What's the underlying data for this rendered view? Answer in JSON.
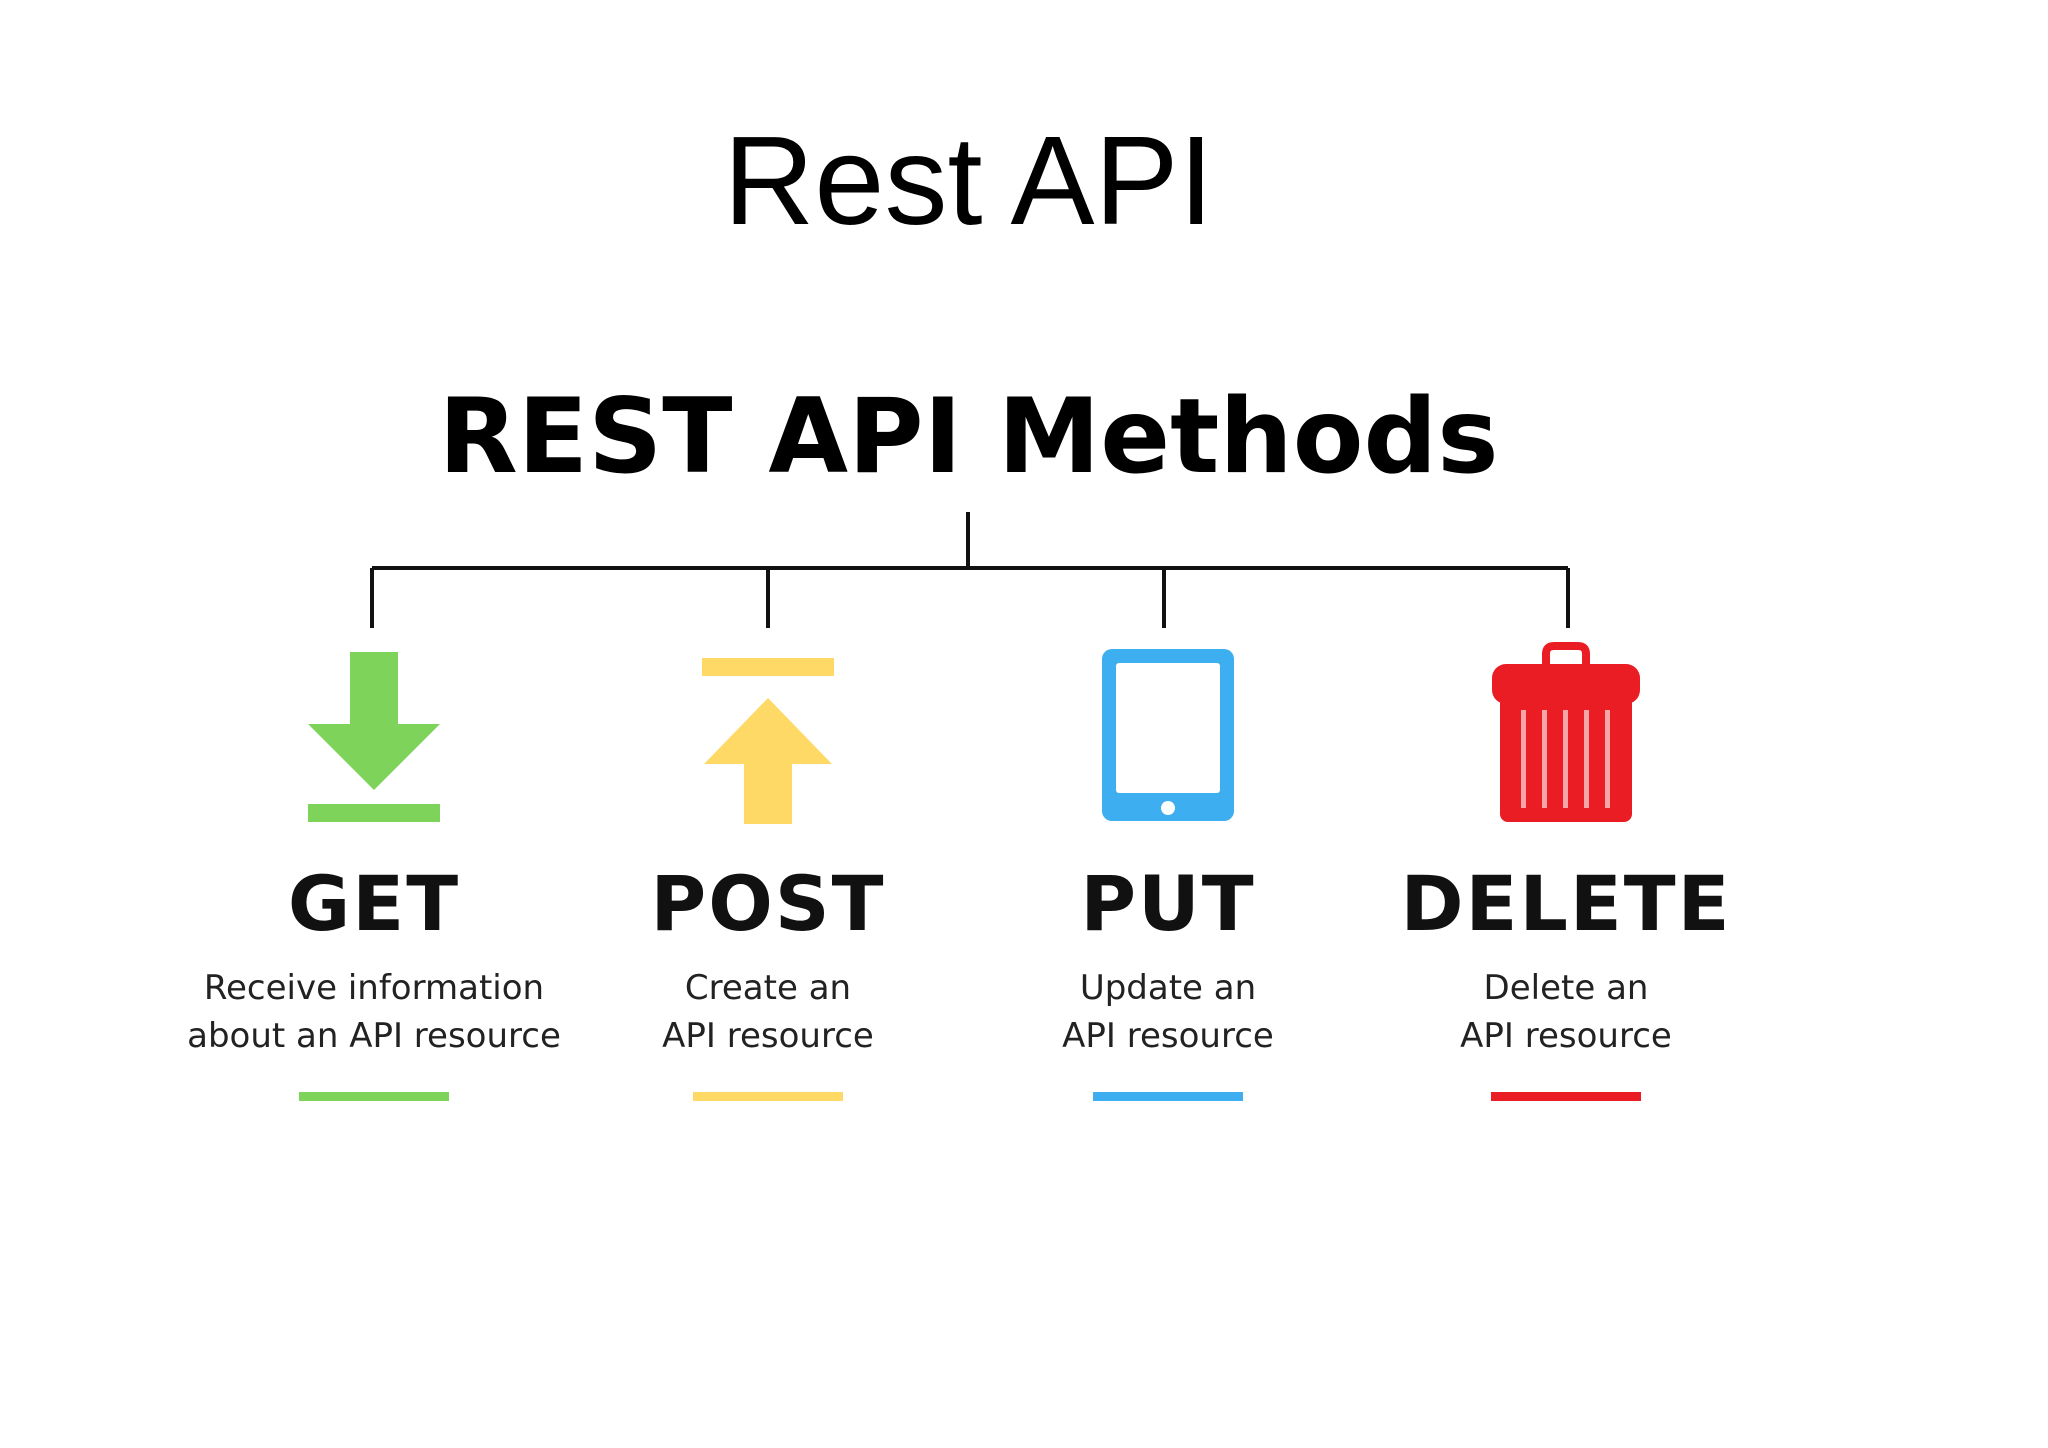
{
  "slide": {
    "title": "Rest API"
  },
  "diagram": {
    "heading": "REST API Methods",
    "methods": [
      {
        "name": "GET",
        "desc_line1": "Receive information",
        "desc_line2": "about an API resource",
        "icon": "download-arrow-icon",
        "color": "#7ed35b"
      },
      {
        "name": "POST",
        "desc_line1": "Create an",
        "desc_line2": "API resource",
        "icon": "upload-arrow-icon",
        "color": "#ffd966"
      },
      {
        "name": "PUT",
        "desc_line1": "Update an",
        "desc_line2": "API resource",
        "icon": "tablet-icon",
        "color": "#3daeef"
      },
      {
        "name": "DELETE",
        "desc_line1": "Delete an",
        "desc_line2": "API resource",
        "icon": "trash-can-icon",
        "color": "#ea1c24"
      }
    ],
    "connector_color": "#111111"
  }
}
